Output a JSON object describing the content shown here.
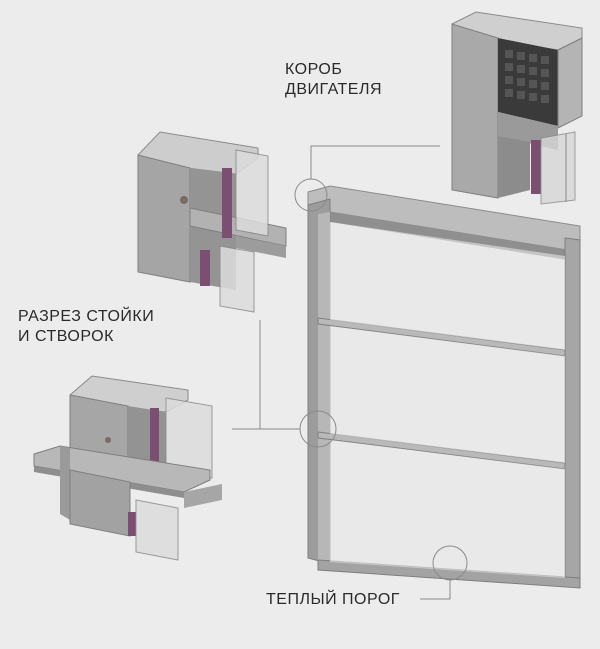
{
  "labels": {
    "motor_box_line1": "КОРОБ",
    "motor_box_line2": "ДВИГАТЕЛЯ",
    "section_line1": "РАЗРЕЗ СТОЙКИ",
    "section_line2": "И СТВОРОК",
    "threshold": "ТЕПЛЫЙ ПОРОГ"
  },
  "colors": {
    "background": "#ececec",
    "frame": "#a3a3a3",
    "frame_dark": "#7e7e7e",
    "frame_light": "#c4c4c4",
    "insulation": "#7b4f72",
    "line": "#8a8a8a"
  }
}
